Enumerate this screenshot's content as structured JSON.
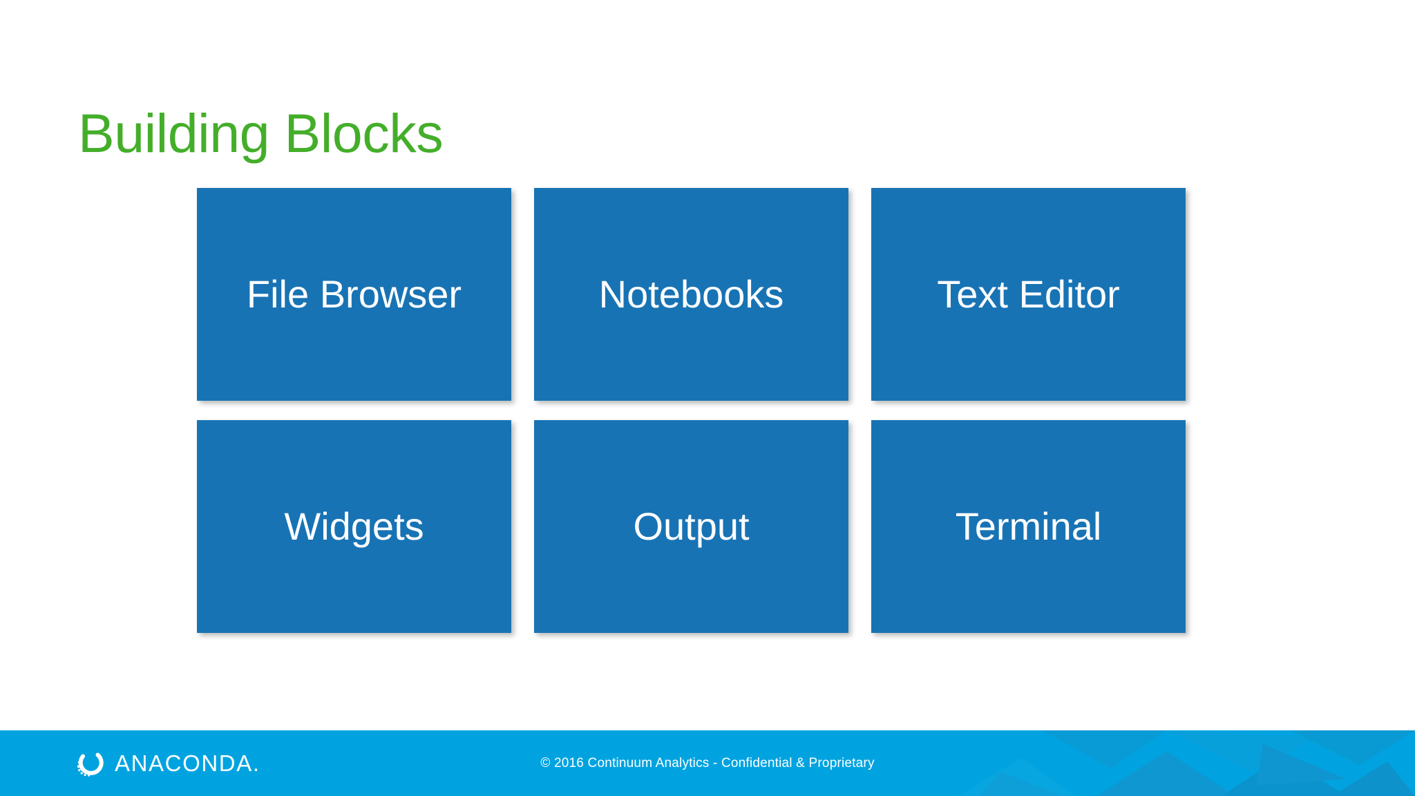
{
  "slide": {
    "title": "Building Blocks",
    "title_color": "#44AE2A",
    "background_color": "#FFFFFF"
  },
  "blocks": {
    "fill_color": "#1873B4",
    "text_color": "#FFFFFF",
    "items": [
      {
        "label": "File Browser"
      },
      {
        "label": "Notebooks"
      },
      {
        "label": "Text Editor"
      },
      {
        "label": "Widgets"
      },
      {
        "label": "Output"
      },
      {
        "label": "Terminal"
      }
    ]
  },
  "footer": {
    "bar_color": "#00A3E0",
    "logo_wordmark": "ANACONDA.",
    "logo_icon": "anaconda-ring-logo-icon",
    "copyright": "© 2016 Continuum Analytics - Confidential & Proprietary"
  }
}
